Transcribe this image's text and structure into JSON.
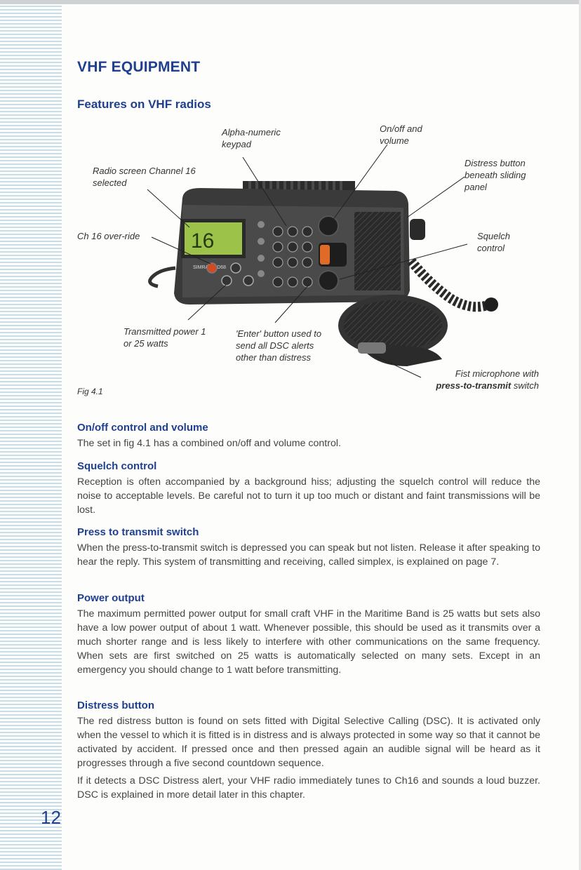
{
  "page": {
    "heading": "VHF EQUIPMENT",
    "subheading": "Features on VHF radios",
    "page_number": "12"
  },
  "figure": {
    "radio_screen_text": "16",
    "radio_brand_text": "SIMRAD RD68",
    "labels": {
      "keypad": "Alpha-numeric keypad",
      "onoff": "On/off and volume",
      "screen": "Radio screen Channel 16 selected",
      "distress": "Distress button beneath sliding panel",
      "override": "Ch 16 over-ride",
      "squelch": "Squelch control",
      "power": "Transmitted power 1 or 25 watts",
      "enter": "'Enter' button used to send all DSC alerts other than distress",
      "mic_prefix": "Fist microphone with",
      "mic_bold": "press-to-transmit",
      "mic_suffix": "switch"
    },
    "caption": "Fig 4.1"
  },
  "sections": [
    {
      "title": "On/off control and volume",
      "paragraphs": [
        "The set in fig 4.1 has a combined on/off and volume control."
      ]
    },
    {
      "title": "Squelch control",
      "paragraphs": [
        "Reception is often accompanied by a background hiss; adjusting the squelch control will reduce the noise to acceptable levels. Be careful not to turn it up too much or distant and faint transmissions will be lost."
      ]
    },
    {
      "title": "Press to transmit switch",
      "paragraphs": [
        "When the press-to-transmit switch is depressed you can speak but not listen. Release it after speaking to hear the reply. This system of transmitting and receiving, called simplex, is explained on page 7."
      ]
    },
    {
      "title": "Power output",
      "paragraphs": [
        "The maximum permitted power output for small craft VHF in the Maritime Band is 25 watts but sets also have a low power output of about 1 watt. Whenever possible, this should be used as it transmits over a much shorter range and is less likely to interfere with other communications on the same frequency. When sets are first switched on 25 watts is automatically selected on many sets. Except in an emergency you should change to 1 watt before transmitting."
      ]
    },
    {
      "title": "Distress button",
      "paragraphs": [
        "The red distress button is found on sets fitted with Digital Selective Calling (DSC). It is activated only when the vessel to which it is fitted is in distress and is always protected in some way so that it cannot be activated by accident. If pressed once and then pressed again an audible signal will be heard as it progresses through a five second countdown sequence.",
        "If it detects a DSC Distress alert, your VHF radio immediately tunes to Ch16 and sounds a loud buzzer. DSC is explained in more detail later in this chapter."
      ]
    }
  ]
}
